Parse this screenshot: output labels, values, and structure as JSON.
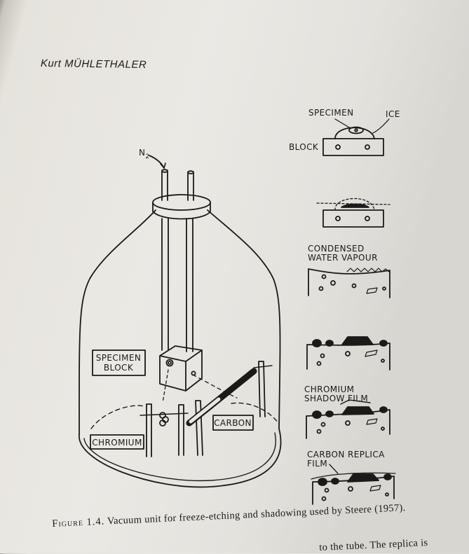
{
  "header": {
    "author": "Kurt MÜHLETHALER"
  },
  "figure": {
    "labels": {
      "n2": "N",
      "n2_sub": "2",
      "specimen_block": [
        "SPECIMEN",
        "BLOCK"
      ],
      "chromium": "CHROMIUM",
      "carbon": "CARBON",
      "specimen": "SPECIMEN",
      "ice": "ICE",
      "block": "BLOCK",
      "condensed_water_vapour": [
        "CONDENSED",
        "WATER VAPOUR"
      ],
      "chromium_shadow_film": [
        "CHROMIUM",
        "SHADOW FILM"
      ],
      "carbon_replica_film": [
        "CARBON REPLICA",
        "FILM"
      ]
    }
  },
  "caption": {
    "figure_number": "Figure 1.4.",
    "text": "Vacuum unit for freeze-etching and shadowing used by Steere (1957).",
    "continuation": "to the tube.  The replica is"
  }
}
